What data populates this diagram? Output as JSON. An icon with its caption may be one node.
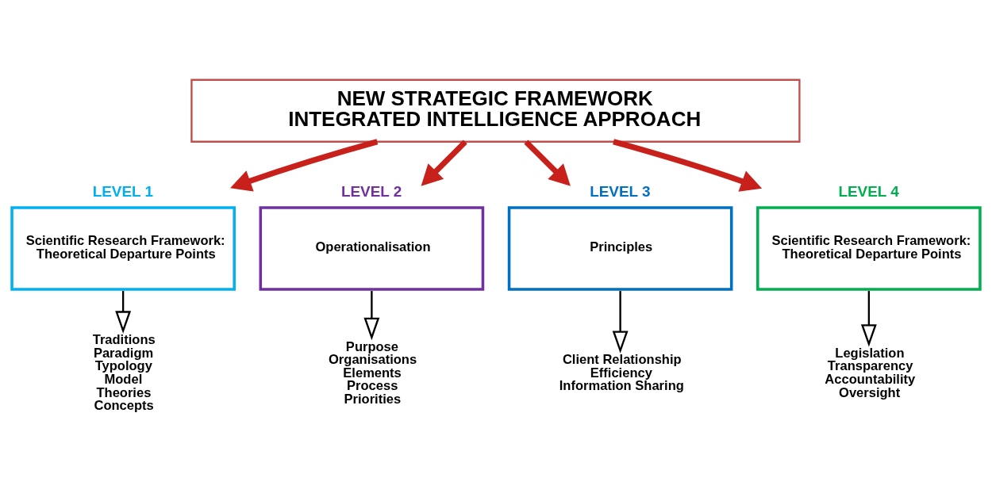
{
  "diagram": {
    "nodes": [
      {
        "text": [
          "NEW STRATEGIC FRAMEWORK INTEGRATED INTELLIGENCE APPROACH"
        ]
      },
      {
        "text": [
          "LEVEL 1",
          "Scientific Research Framework: Theoretical Departure Points"
        ]
      },
      {
        "text": [
          "LEVEL 2",
          "Operationalisation"
        ]
      },
      {
        "text": [
          "LEVEL 3",
          "Principles"
        ]
      },
      {
        "text": [
          "LEVEL 4",
          "Scientific Research Framework: Theoretical Departure Points"
        ]
      },
      {
        "text": [
          "Traditions",
          "Paradigm",
          "Typology",
          "Model",
          "Theories",
          "Concepts"
        ]
      },
      {
        "text": [
          "Purpose",
          "Organisations",
          "Elements",
          "Process",
          "Priorities"
        ]
      },
      {
        "text": [
          "Client Relationship",
          "Efficiency",
          "Information Sharing"
        ]
      },
      {
        "text": [
          "Legislation",
          "Transparency",
          "Accountability",
          "Oversight"
        ]
      }
    ],
    "edges": [
      {
        "from": 0,
        "to": 1,
        "arrow": "to",
        "style": "thick",
        "color": "#c8201a"
      },
      {
        "from": 0,
        "to": 2,
        "arrow": "to",
        "style": "thick",
        "color": "#c8201a"
      },
      {
        "from": 0,
        "to": 3,
        "arrow": "to",
        "style": "thick",
        "color": "#c8201a"
      },
      {
        "from": 0,
        "to": 4,
        "arrow": "to",
        "style": "thick",
        "color": "#c8201a"
      },
      {
        "from": 1,
        "to": 5,
        "arrow": "to",
        "color": "#000000"
      },
      {
        "from": 2,
        "to": 6,
        "arrow": "to",
        "color": "#000000"
      },
      {
        "from": 3,
        "to": 7,
        "arrow": "to",
        "color": "#000000"
      },
      {
        "from": 4,
        "to": 8,
        "arrow": "to",
        "color": "#000000"
      }
    ]
  }
}
